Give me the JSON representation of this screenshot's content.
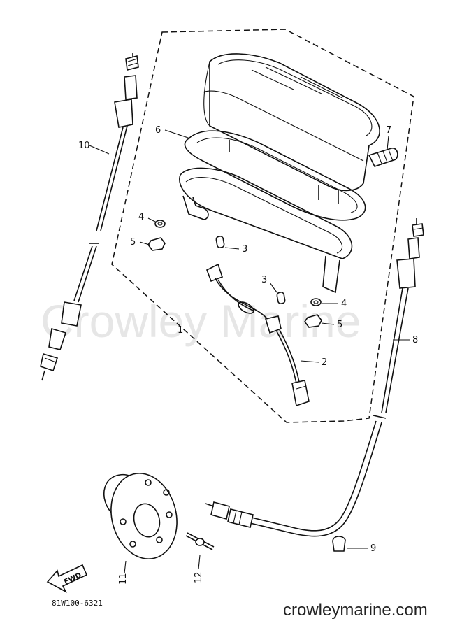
{
  "watermark": "Crowley Marine",
  "website": "crowleymarine.com",
  "diagram_code": "81W100-6321",
  "fwd_label": "FWD",
  "callouts": {
    "c1": "1",
    "c2": "2",
    "c3a": "3",
    "c3b": "3",
    "c4a": "4",
    "c4b": "4",
    "c5a": "5",
    "c5b": "5",
    "c6": "6",
    "c7": "7",
    "c8": "8",
    "c9": "9",
    "c10": "10",
    "c11": "11",
    "c12": "12"
  }
}
